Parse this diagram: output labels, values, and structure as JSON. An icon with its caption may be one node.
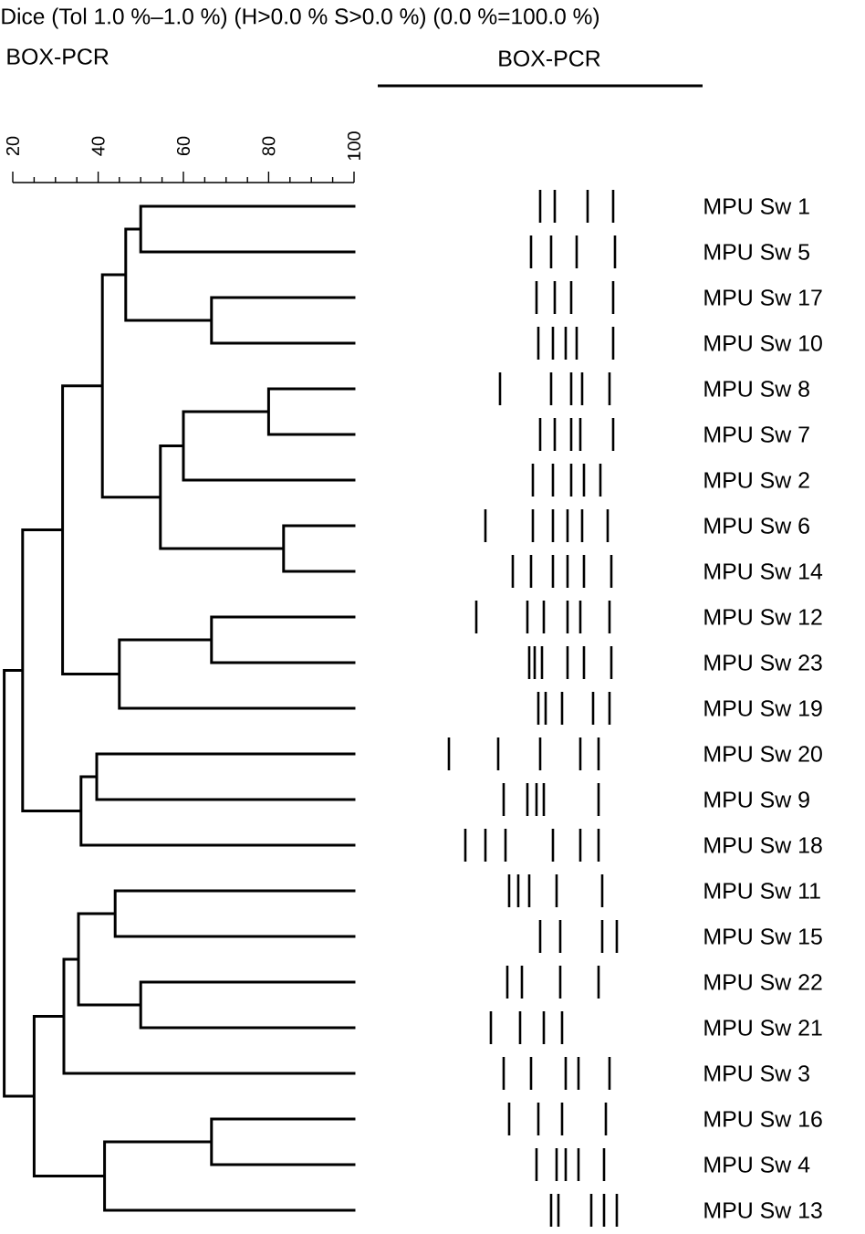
{
  "diagram": {
    "title": "Dice (Tol 1.0 %–1.0 %) (H>0.0 % S>0.0 %) (0.0 %=100.0 %)",
    "nodes": [
      {
        "text": [
          "MPU Sw 1"
        ]
      },
      {
        "text": [
          "MPU Sw 5"
        ]
      },
      {
        "text": [
          "MPU Sw 17"
        ]
      },
      {
        "text": [
          "MPU Sw 10"
        ]
      },
      {
        "text": [
          "MPU Sw 8"
        ]
      },
      {
        "text": [
          "MPU Sw 7"
        ]
      },
      {
        "text": [
          "MPU Sw 2"
        ]
      },
      {
        "text": [
          "MPU Sw 6"
        ]
      },
      {
        "text": [
          "MPU Sw 14"
        ]
      },
      {
        "text": [
          "MPU Sw 12"
        ]
      },
      {
        "text": [
          "MPU Sw 23"
        ]
      },
      {
        "text": [
          "MPU Sw 19"
        ]
      },
      {
        "text": [
          "MPU Sw 20"
        ]
      },
      {
        "text": [
          "MPU Sw 9"
        ]
      },
      {
        "text": [
          "MPU Sw 18"
        ]
      },
      {
        "text": [
          "MPU Sw 11"
        ]
      },
      {
        "text": [
          "MPU Sw 15"
        ]
      },
      {
        "text": [
          "MPU Sw 22"
        ]
      },
      {
        "text": [
          "MPU Sw 21"
        ]
      },
      {
        "text": [
          "MPU Sw 3"
        ]
      },
      {
        "text": [
          "MPU Sw 16"
        ]
      },
      {
        "text": [
          "MPU Sw 4"
        ]
      },
      {
        "text": [
          "MPU Sw 13"
        ]
      }
    ],
    "labels": [
      "BOX-PCR",
      "BOX-PCR",
      "20",
      "40",
      "60",
      "80",
      "100"
    ]
  }
}
